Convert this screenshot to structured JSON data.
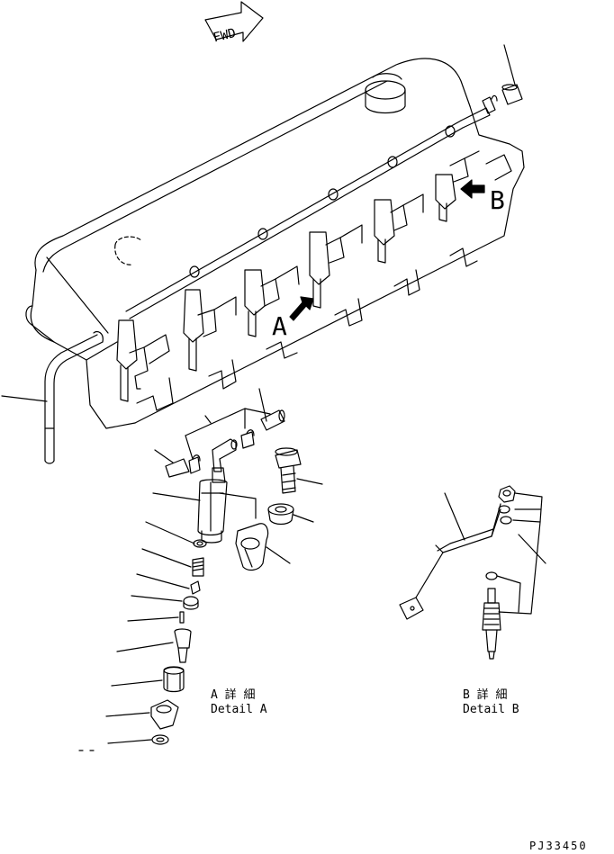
{
  "fwd_label": "FWD",
  "view_a": "A",
  "view_b": "B",
  "detail_a": {
    "jp": "A 詳 細",
    "en": "Detail A"
  },
  "detail_b": {
    "jp": "B 詳 細",
    "en": "Detail B"
  },
  "drawing_code": "PJ33450"
}
